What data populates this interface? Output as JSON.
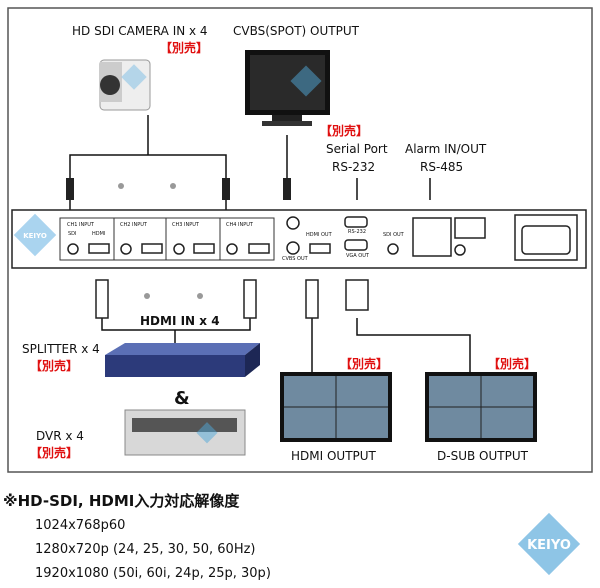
{
  "labels": {
    "camera": "HD SDI CAMERA IN x 4",
    "cvbs": "CVBS(SPOT) OUTPUT",
    "serial_port": "Serial Port",
    "rs232": "RS-232",
    "alarm": "Alarm IN/OUT",
    "rs485": "RS-485",
    "hdmi_in": "HDMI IN x 4",
    "splitter": "SPLITTER x 4",
    "and": "&",
    "dvr": "DVR x 4",
    "hdmi_output": "HDMI OUTPUT",
    "dsub_output": "D-SUB OUTPUT",
    "sold_separately": "【別売】"
  },
  "panel": {
    "logo": "KEIYO",
    "channels": [
      "CH1 INPUT",
      "CH2 INPUT",
      "CH3 INPUT",
      "CH4 INPUT"
    ],
    "sdi": "SDI",
    "hdmi": "HDMI",
    "hdmi_out": "HDMI OUT",
    "cvbs_out": "CVBS OUT",
    "rs232": "RS-232",
    "vga_out": "VGA OUT",
    "sdi_out": "SDI OUT"
  },
  "notes": {
    "title": "※HD-SDI, HDMI入力対応解像度",
    "resolutions": [
      "1024x768p60",
      "1280x720p (24, 25, 30, 50, 60Hz)",
      "1920x1080 (50i, 60i, 24p, 25p, 30p)"
    ]
  },
  "logo": "KEIYO",
  "colors": {
    "accent_red": "#e01010",
    "logo_blue": "#4fa8d8"
  }
}
